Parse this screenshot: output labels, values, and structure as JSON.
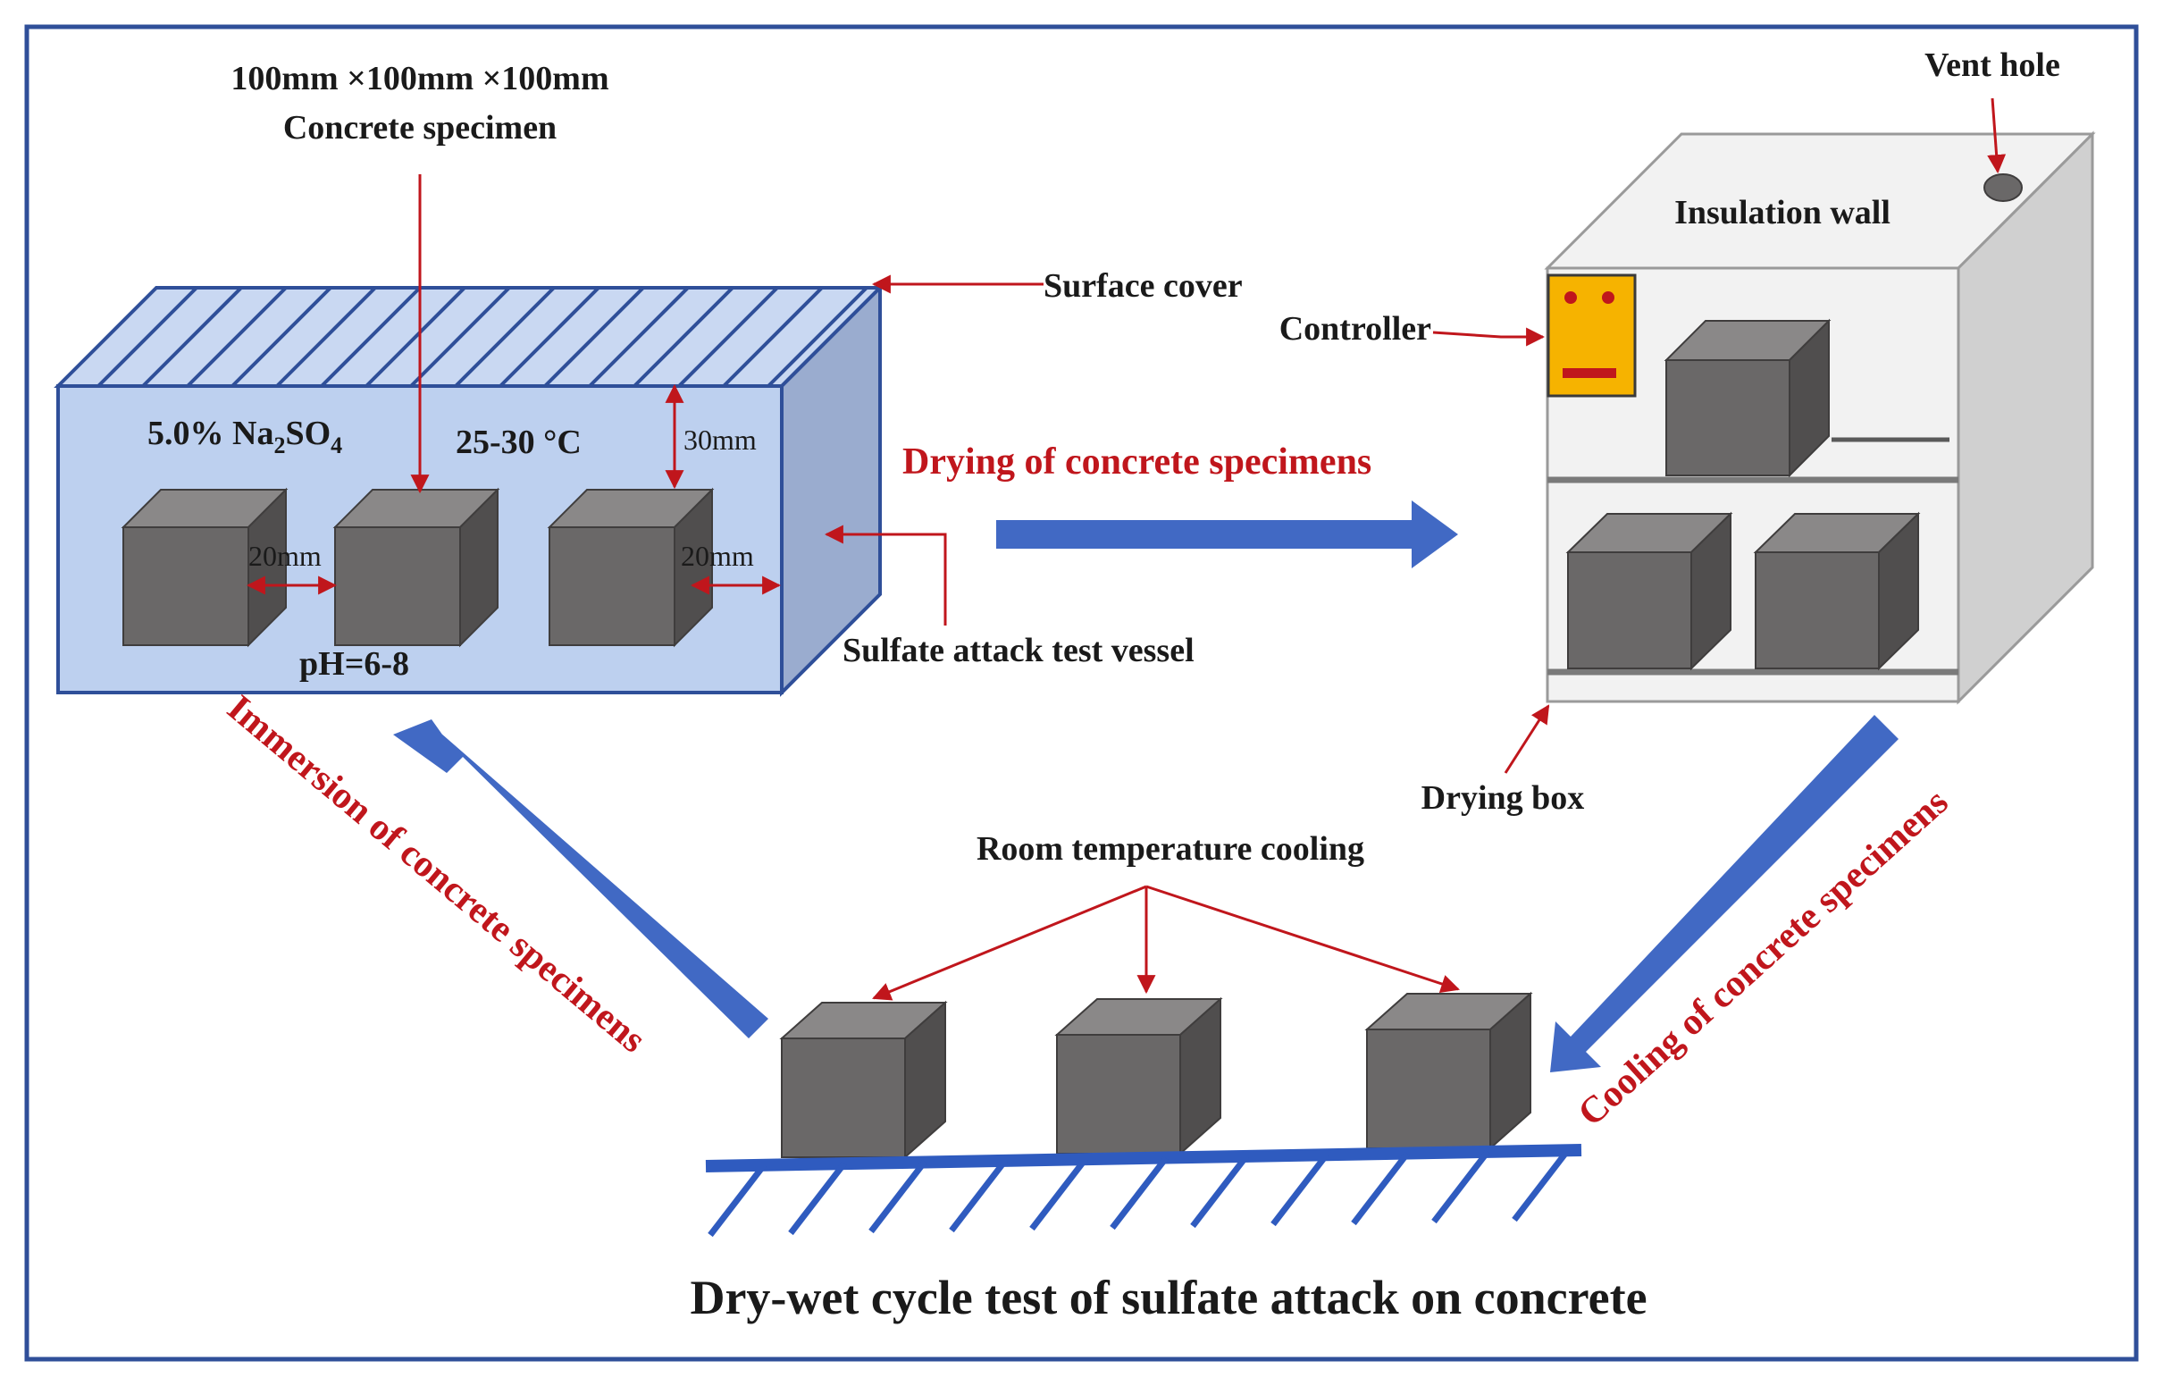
{
  "title": "Dry-wet cycle test of sulfate attack on concrete",
  "labels": {
    "specimen_size": "100mm ×100mm ×100mm",
    "specimen_name": "Concrete specimen",
    "surface_cover": "Surface cover",
    "controller": "Controller",
    "vent_hole": "Vent hole",
    "insulation_wall": "Insulation wall",
    "solution_pct": "5.0% Na",
    "solution_sub2": "2",
    "solution_so": "SO",
    "solution_sub4": "4",
    "temperature": "25-30 °C",
    "gap_top": "30mm",
    "gap_left": "20mm",
    "gap_right": "20mm",
    "ph": "pH=6-8",
    "vessel": "Sulfate attack test vessel",
    "drying_box": "Drying box",
    "room_cooling": "Room temperature cooling"
  },
  "steps": {
    "drying": "Drying  of concrete specimens",
    "immersion": "Immersion  of concrete specimens",
    "cooling": "Cooling of concrete specimens"
  },
  "colors": {
    "vessel_fill": "#bdd0ef",
    "vessel_side": "#9aaccf",
    "vessel_stroke": "#2f4f99",
    "flow_arrow": "#4169c4",
    "cube_front": "#6a6868",
    "cube_top": "#8a8888",
    "cube_side": "#504e4e",
    "box_front": "#f2f2f2",
    "box_side": "#d0d0d0",
    "controller": "#f6b300",
    "annotation": "#c0161c"
  }
}
